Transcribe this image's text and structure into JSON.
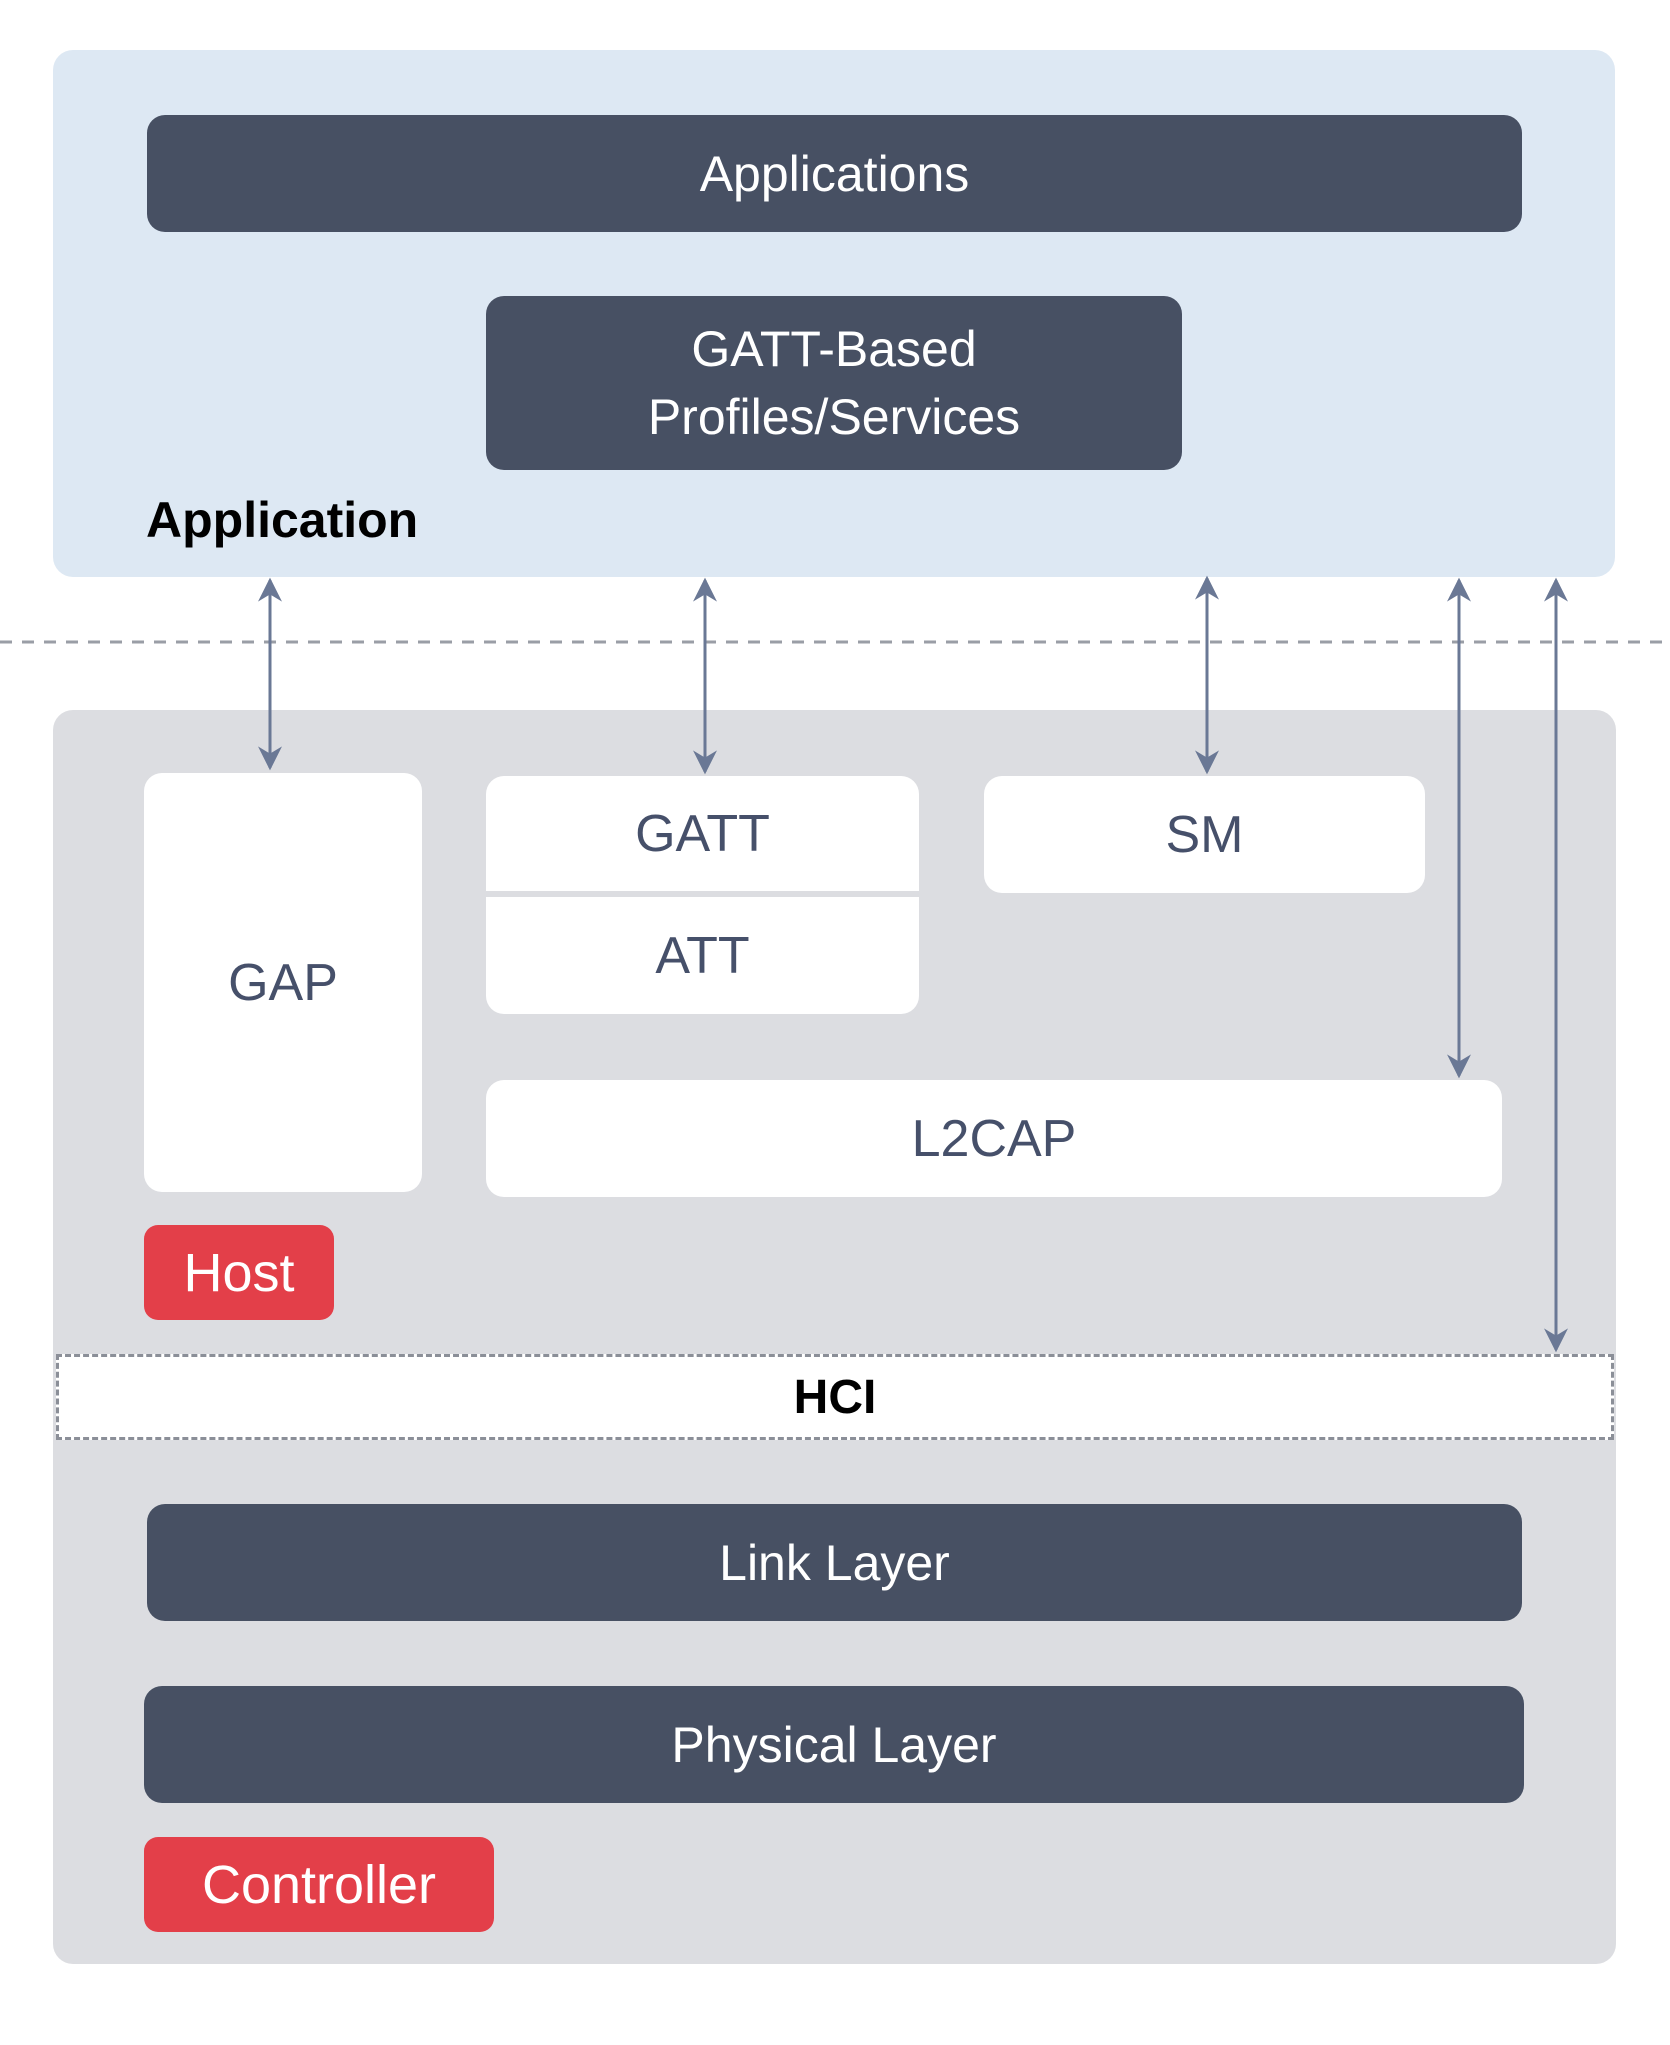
{
  "application": {
    "section_label": "Application",
    "applications_label": "Applications",
    "gatt_profiles_line1": "GATT-Based",
    "gatt_profiles_line2": "Profiles/Services"
  },
  "host": {
    "tag_label": "Host",
    "gap_label": "GAP",
    "gatt_label": "GATT",
    "att_label": "ATT",
    "sm_label": "SM",
    "l2cap_label": "L2CAP"
  },
  "hci": {
    "label": "HCI"
  },
  "controller": {
    "tag_label": "Controller",
    "link_layer_label": "Link Layer",
    "physical_layer_label": "Physical Layer"
  },
  "colors": {
    "application_panel": "#dde8f3",
    "host_controller_panel": "#dcdde1",
    "dark_block": "#475063",
    "tag_red": "#e33f49",
    "arrow": "#6a7895"
  }
}
